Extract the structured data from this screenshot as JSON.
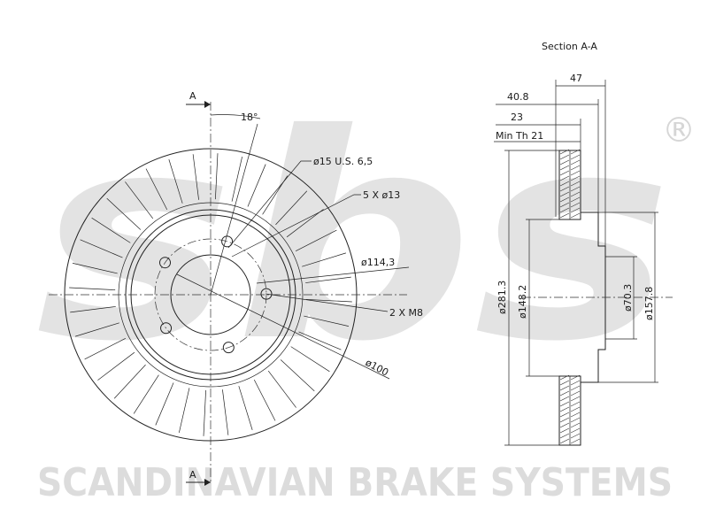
{
  "watermark": {
    "brand_text": "SCANDINAVIAN BRAKE SYSTEMS",
    "logo_letters": "sbs",
    "registered_mark": "®"
  },
  "front_view": {
    "section_marker_top": "A",
    "section_marker_bottom": "A",
    "angle_label": "18°",
    "callouts": {
      "hole_15": "ø15 U.S. 6,5",
      "bolt_holes": "5 X ø13",
      "pcd": "ø114,3",
      "threads": "2 X M8",
      "hub": "ø100"
    }
  },
  "section_view": {
    "title": "Section A-A",
    "dims": {
      "overall_height": "47",
      "hat_depth": "40.8",
      "thickness": "23",
      "min_thickness": "Min Th 21",
      "outer_diameter": "ø281.3",
      "hat_diameter": "ø148.2",
      "center_bore": "ø70.3",
      "hat_outer": "ø157.8"
    }
  },
  "colors": {
    "line": "#222222",
    "watermark": "#dcdcdc",
    "background": "#ffffff"
  }
}
